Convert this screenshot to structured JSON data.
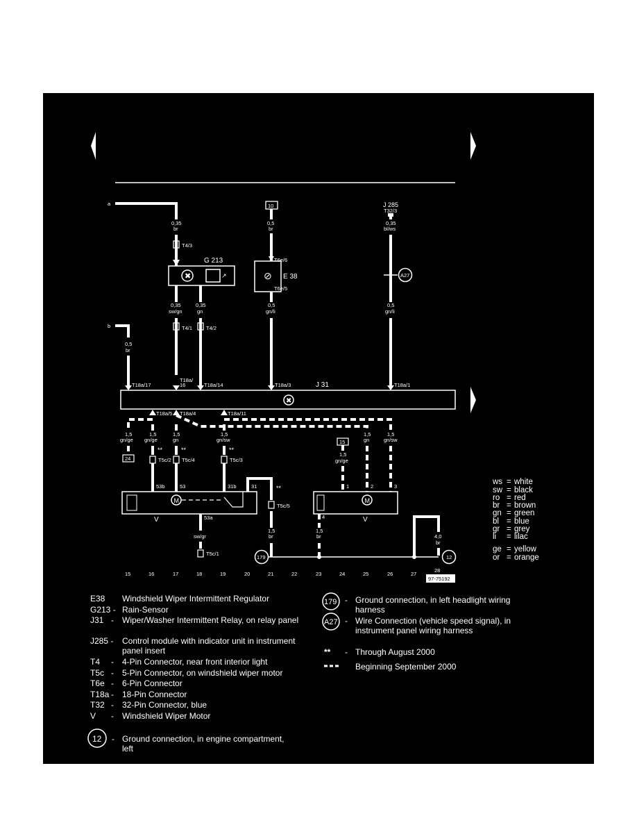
{
  "diagram": {
    "id_tag": "97-75192",
    "left_labels": [
      "a",
      "b"
    ],
    "upper_components": {
      "rain_sensor": "G 213",
      "regulator": "E 38",
      "relay": "J 31",
      "control_module": "J 285",
      "control_module_pin": "T32/3",
      "fuse_top": "10",
      "wire_connection": "A27"
    },
    "upper_wires": [
      {
        "size": "0,35",
        "color": "br"
      },
      {
        "size": "0,5",
        "color": "br"
      },
      {
        "size": "0,35",
        "color": "bl/ws"
      },
      {
        "size": "0,35",
        "color": "sw/gn"
      },
      {
        "size": "0,35",
        "color": "gn"
      },
      {
        "size": "0,5",
        "color": "gn/li"
      },
      {
        "size": "0,5",
        "color": "gn/li"
      },
      {
        "size": "0,5",
        "color": "br"
      }
    ],
    "connectors_upper": [
      "T4/3",
      "T4/1",
      "T4/2",
      "T6e/6",
      "T6e/5"
    ],
    "relay_pins_top": [
      "T18a/17",
      "T18a/",
      "16",
      "T18a/14",
      "T18a/3",
      "T18a/1"
    ],
    "relay_pins_bottom": [
      "T18a/5",
      "T18a/4",
      "T18a/11"
    ],
    "lower_wires": [
      {
        "size": "1,5",
        "color": "gn/ge"
      },
      {
        "size": "1,5",
        "color": "gn/ge"
      },
      {
        "size": "1,5",
        "color": "gn"
      },
      {
        "size": "1,5",
        "color": "gn/sw"
      },
      {
        "size": "1,5",
        "color": "gn"
      },
      {
        "size": "1,5",
        "color": "gn/sw"
      },
      {
        "size": "1,5",
        "color": "gn/ge"
      },
      {
        "size": "1,5",
        "color": "br"
      },
      {
        "size": "1,5",
        "color": "br"
      },
      {
        "size": "4,0",
        "color": "br"
      }
    ],
    "fuses_lower": [
      "24",
      "15"
    ],
    "connectors_lower": [
      "T5c/2",
      "T5c/4",
      "T5c/3",
      "T5c/5",
      "T5c/1"
    ],
    "motor_pins_left": [
      "53b",
      "53",
      "31b",
      "31",
      "53a"
    ],
    "motor_pins_right": [
      "1",
      "2",
      "3",
      "4"
    ],
    "motor_label": "V",
    "motor_wire_bottom": "sw/gr",
    "ground_points": [
      "179",
      "12"
    ],
    "marker": "**",
    "track_numbers": [
      "15",
      "16",
      "17",
      "18",
      "19",
      "20",
      "21",
      "22",
      "23",
      "24",
      "25",
      "26",
      "27",
      "28"
    ]
  },
  "color_key": [
    {
      "abbr": "ws",
      "name": "white"
    },
    {
      "abbr": "sw",
      "name": "black"
    },
    {
      "abbr": "ro",
      "name": "red"
    },
    {
      "abbr": "br",
      "name": "brown"
    },
    {
      "abbr": "gn",
      "name": "green"
    },
    {
      "abbr": "bl",
      "name": "blue"
    },
    {
      "abbr": "gr",
      "name": "grey"
    },
    {
      "abbr": "li",
      "name": "lilac"
    },
    {
      "abbr": "ge",
      "name": "yellow"
    },
    {
      "abbr": "or",
      "name": "orange"
    }
  ],
  "legend_codes": [
    {
      "code": "E38",
      "dash": "",
      "desc": "Windshield Wiper Intermittent Regulator"
    },
    {
      "code": "G213 -",
      "dash": "",
      "desc": "Rain-Sensor"
    },
    {
      "code": "J31",
      "dash": "-",
      "desc": "Wiper/Washer Intermittent Relay, on relay panel"
    },
    {
      "code": "J285 -",
      "dash": "",
      "desc": "Control module with indicator unit in instrument panel insert"
    },
    {
      "code": "T4",
      "dash": "-",
      "desc": "4-Pin Connector, near front interior light"
    },
    {
      "code": "T5c",
      "dash": "-",
      "desc": "5-Pin Connector, on windshield wiper motor"
    },
    {
      "code": "T6e",
      "dash": "-",
      "desc": "6-Pin Connector"
    },
    {
      "code": "T18a",
      "dash": "-",
      "desc": "18-Pin Connector"
    },
    {
      "code": "T32",
      "dash": "-",
      "desc": "32-Pin Connector, blue"
    },
    {
      "code": "V",
      "dash": "-",
      "desc": "Windshield Wiper Motor"
    }
  ],
  "legend_ground": {
    "code": "12",
    "desc": "Ground connection, in engine compartment, left"
  },
  "legend_right": [
    {
      "code": "179",
      "desc": "Ground connection, in left headlight wiring harness"
    },
    {
      "code": "A27",
      "desc": "Wire Connection (vehicle speed signal), in instrument panel wiring harness"
    }
  ],
  "legend_markers": [
    {
      "symbol": "**",
      "desc": "Through August 2000"
    },
    {
      "symbol": "- - -",
      "desc": "Beginning September 2000"
    }
  ]
}
